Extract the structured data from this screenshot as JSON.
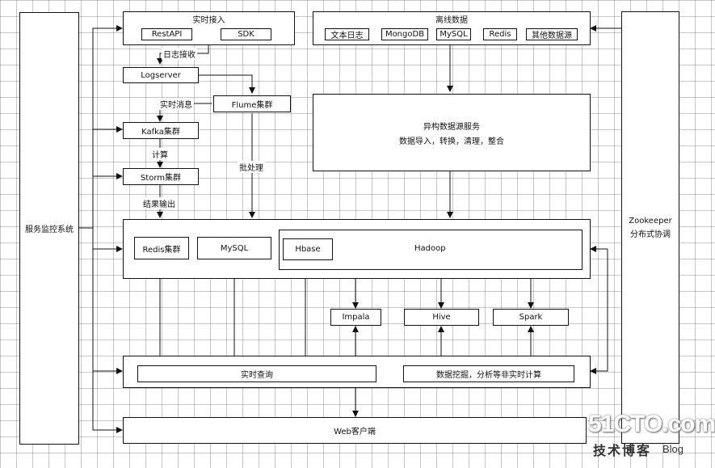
{
  "left_panel": {
    "label": "服务监控系统"
  },
  "right_panel": {
    "line1": "Zookeeper",
    "line2": "分布式协调"
  },
  "realtime_ingest": {
    "title": "实时接入",
    "items": [
      "RestAPI",
      "SDK"
    ]
  },
  "offline_data": {
    "title": "离线数据",
    "items": [
      "文本日志",
      "MongoDB",
      "MySQL",
      "Redis",
      "其他数据源"
    ]
  },
  "nodes": {
    "logserver": "Logserver",
    "flume": "Flume集群",
    "kafka": "Kafka集群",
    "storm": "Storm集群",
    "hetero": {
      "line1": "异构数据源服务",
      "line2": "数据导入，转换，清理，整合"
    }
  },
  "edge_labels": {
    "log_receive": "日志接收",
    "realtime_msg": "实时消息",
    "compute": "计算",
    "batch": "批处理",
    "result_output": "结果输出"
  },
  "storage": {
    "redis": "Redis集群",
    "mysql": "MySQL",
    "hbase": "Hbase",
    "hadoop": "Hadoop"
  },
  "engines": [
    "Impala",
    "Hive",
    "Spark"
  ],
  "query_layer": {
    "realtime_query": "实时查询",
    "offline_compute": "数据挖掘，分析等非实时计算"
  },
  "client": "Web客户端",
  "watermark": {
    "site": "51CTO.com",
    "blog_cn": "技术博客",
    "blog_en": "Blog"
  }
}
